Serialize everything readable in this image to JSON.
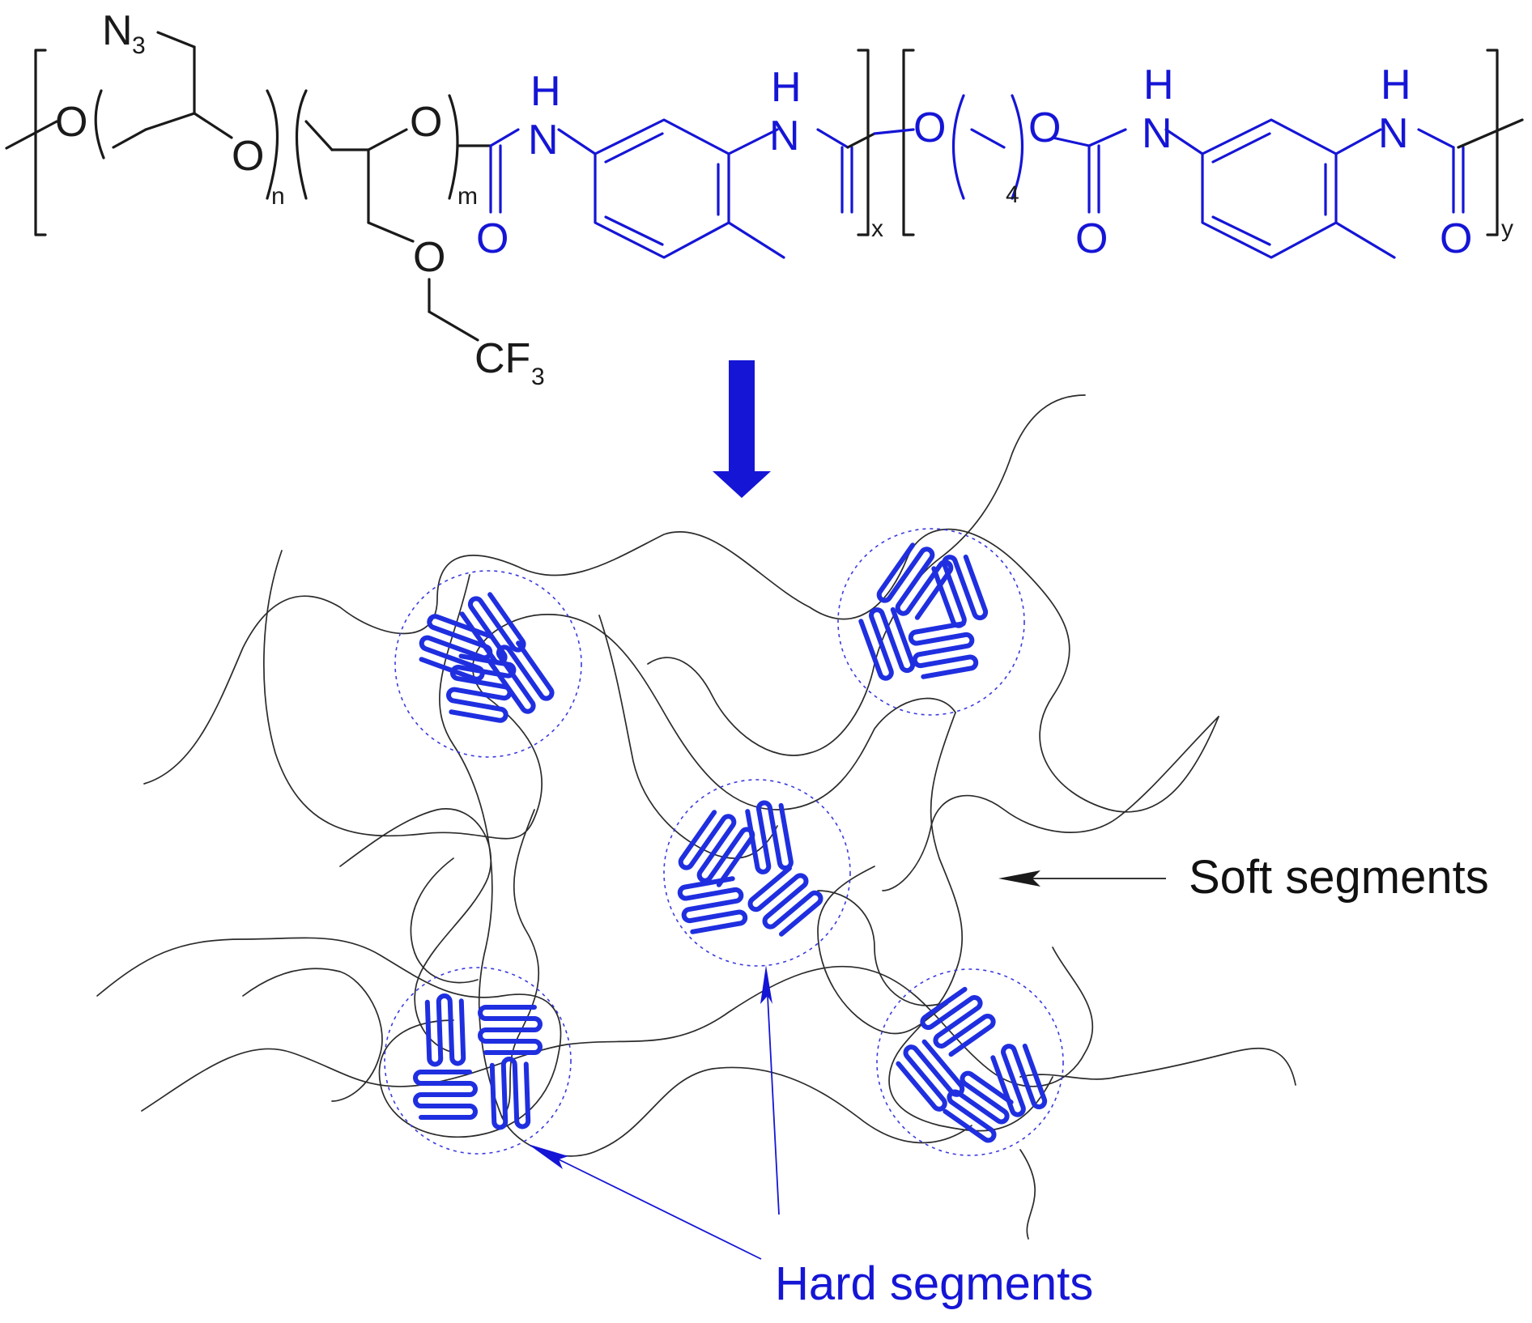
{
  "colors": {
    "ink": "#1a1a1a",
    "blue": "#1515d6",
    "hard_blue": "#1f2fe0",
    "halo": "#3a3ae0",
    "chain": "#2b2b2b"
  },
  "formula": {
    "soft_block": {
      "azide": "N",
      "azide_sub": "3",
      "o_left": "O",
      "o_mid": "O",
      "o_right": "O",
      "o_side": "O",
      "cf3": "CF",
      "cf3_sub": "3",
      "n_sub": "n",
      "m_sub": "m",
      "x_sub": "x"
    },
    "urethane1": {
      "n": "N",
      "h": "H",
      "o": "O"
    },
    "urea1": {
      "n": "N",
      "h": "H"
    },
    "hard_block": {
      "o_left": "O",
      "o_right": "O",
      "sub4": "4",
      "n1": "N",
      "h1": "H",
      "o_carb": "O",
      "n2": "N",
      "h2": "H",
      "o_end": "O",
      "y_sub": "y"
    }
  },
  "labels": {
    "soft": "Soft segments",
    "hard": "Hard segments"
  },
  "icons": {
    "arrow": "down-arrow-icon",
    "pointer": "pointer-arrow-icon"
  }
}
